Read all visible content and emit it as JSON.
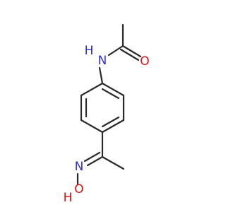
{
  "molecule": {
    "atoms": {
      "amide_n": {
        "symbol": "N",
        "hydrogen": "H",
        "color": "#2f2fcf"
      },
      "carbonyl_o": {
        "symbol": "O",
        "color": "#e01010"
      },
      "oxime_n": {
        "symbol": "N",
        "color": "#2f2fcf"
      },
      "hydroxyl_o": {
        "symbol": "O",
        "hydrogen": "H",
        "color": "#e01010"
      }
    },
    "colors": {
      "bond": "#2a2a2a",
      "background": "#ffffff"
    }
  }
}
